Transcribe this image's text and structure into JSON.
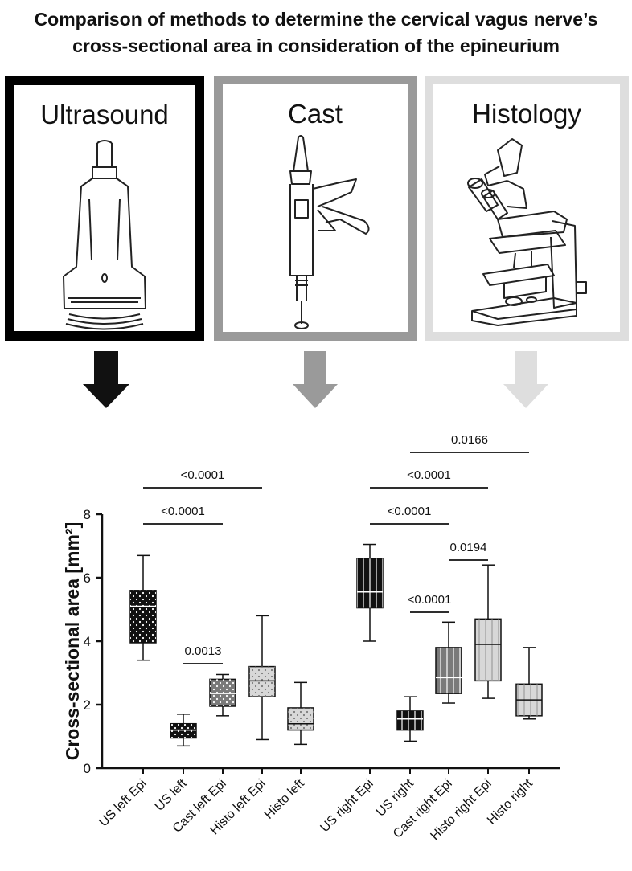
{
  "figure": {
    "title_line1": "Comparison of methods to determine the cervical vagus nerve’s",
    "title_line2": "cross-sectional area in consideration of the epineurium",
    "panels": [
      {
        "label": "Ultrasound",
        "icon": "ultrasound-probe-icon",
        "color": "#000000"
      },
      {
        "label": "Cast",
        "icon": "cast-gun-icon",
        "color": "#9a9a9a"
      },
      {
        "label": "Histology",
        "icon": "microscope-icon",
        "color": "#dedede"
      }
    ]
  },
  "chart_data": {
    "type": "box",
    "ylabel": "Cross-sectional area [mm²]",
    "ylim": [
      0,
      8
    ],
    "yticks": [
      0,
      2,
      4,
      6,
      8
    ],
    "grid": false,
    "categories": [
      "US left Epi",
      "US left",
      "Cast left Epi",
      "Histo left Epi",
      "Histo left",
      "US right Epi",
      "US right",
      "Cast right Epi",
      "Histo right Epi",
      "Histo right"
    ],
    "boxes": [
      {
        "category": "US left Epi",
        "min": 3.4,
        "q1": 3.95,
        "median": 5.1,
        "q3": 5.6,
        "max": 6.7,
        "fill": "#111111",
        "pattern": "dots"
      },
      {
        "category": "US left",
        "min": 0.7,
        "q1": 0.95,
        "median": 1.2,
        "q3": 1.4,
        "max": 1.7,
        "fill": "#111111",
        "pattern": "dots"
      },
      {
        "category": "Cast left Epi",
        "min": 1.65,
        "q1": 1.95,
        "median": 2.35,
        "q3": 2.8,
        "max": 2.95,
        "fill": "#7a7a7a",
        "pattern": "dots"
      },
      {
        "category": "Histo left Epi",
        "min": 0.9,
        "q1": 2.25,
        "median": 2.75,
        "q3": 3.2,
        "max": 4.8,
        "fill": "#d8d8d8",
        "pattern": "dots"
      },
      {
        "category": "Histo left",
        "min": 0.75,
        "q1": 1.2,
        "median": 1.4,
        "q3": 1.9,
        "max": 2.7,
        "fill": "#d8d8d8",
        "pattern": "dots"
      },
      {
        "category": "US right Epi",
        "min": 4.0,
        "q1": 5.05,
        "median": 5.55,
        "q3": 6.6,
        "max": 7.05,
        "fill": "#111111",
        "pattern": "lines"
      },
      {
        "category": "US right",
        "min": 0.85,
        "q1": 1.2,
        "median": 1.55,
        "q3": 1.8,
        "max": 2.25,
        "fill": "#111111",
        "pattern": "lines"
      },
      {
        "category": "Cast right Epi",
        "min": 2.05,
        "q1": 2.35,
        "median": 2.85,
        "q3": 3.8,
        "max": 4.6,
        "fill": "#7a7a7a",
        "pattern": "lines"
      },
      {
        "category": "Histo right Epi",
        "min": 2.2,
        "q1": 2.75,
        "median": 3.9,
        "q3": 4.7,
        "max": 6.4,
        "fill": "#d8d8d8",
        "pattern": "lines"
      },
      {
        "category": "Histo right",
        "min": 1.55,
        "q1": 1.65,
        "median": 2.15,
        "q3": 2.65,
        "max": 3.8,
        "fill": "#d8d8d8",
        "pattern": "lines"
      }
    ],
    "comparisons": [
      {
        "from": "US left Epi",
        "to": "Histo left Epi",
        "label": "<0.0001"
      },
      {
        "from": "US left Epi",
        "to": "Cast left Epi",
        "label": "<0.0001"
      },
      {
        "from": "US left",
        "to": "Cast left Epi",
        "label": "0.0013"
      },
      {
        "from": "US right",
        "to": "Histo right",
        "label": "0.0166"
      },
      {
        "from": "US right Epi",
        "to": "Histo right Epi",
        "label": "<0.0001"
      },
      {
        "from": "US right Epi",
        "to": "Cast right Epi",
        "label": "<0.0001"
      },
      {
        "from": "Cast right Epi",
        "to": "Histo right Epi",
        "label": "0.0194"
      },
      {
        "from": "US right",
        "to": "Cast right Epi",
        "label": "<0.0001"
      }
    ]
  }
}
